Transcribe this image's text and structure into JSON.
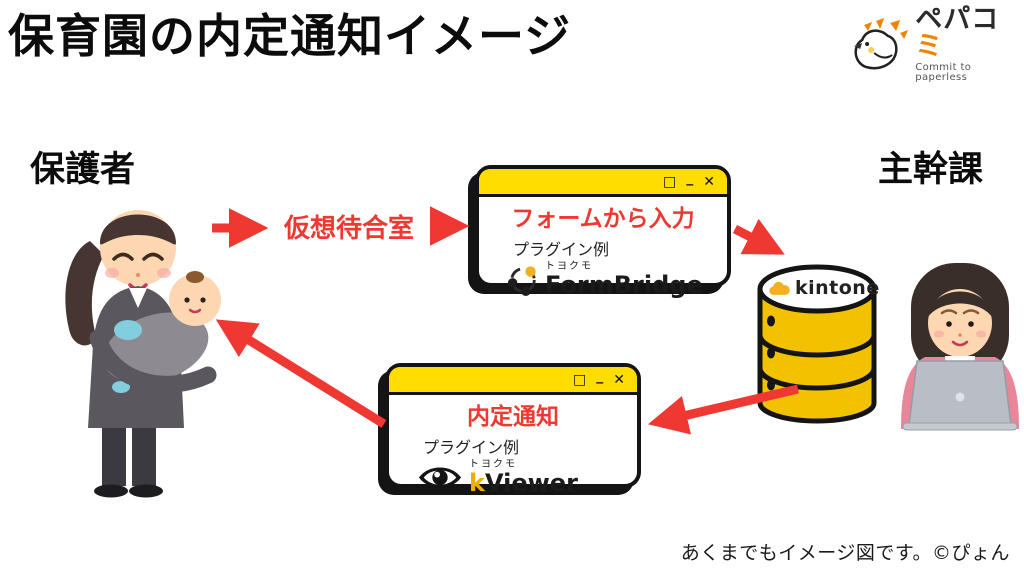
{
  "title": "保育園の内定通知イメージ",
  "logo": {
    "brand_main": "ペパコ",
    "brand_accent": "ミ",
    "tagline": "Commit to paperless"
  },
  "actors": {
    "guardian": "保護者",
    "office": "主幹課"
  },
  "flow": {
    "waiting_room": "仮想待合室",
    "form_window": {
      "title": "フォームから入力",
      "subtitle": "プラグイン例",
      "vendor": "トヨクモ",
      "product": "FormBridge",
      "controls": {
        "maximize": "□",
        "minimize": "_",
        "close": "✕"
      }
    },
    "viewer_window": {
      "title": "内定通知",
      "subtitle": "プラグイン例",
      "vendor": "トヨクモ",
      "product_accent": "k",
      "product_rest": "Viewer",
      "controls": {
        "maximize": "□",
        "minimize": "_",
        "close": "✕"
      }
    },
    "database": {
      "label": "kintone"
    }
  },
  "footer": {
    "note": "あくまでもイメージ図です。©ぴょん"
  },
  "colors": {
    "red": "#ee3831",
    "titlebar-yellow": "#ffdd00",
    "cylinder-gold": "#f2c200",
    "accent-orange": "#f08300",
    "k-yellow": "#f0ad00",
    "kintone-mark": "#f5b01e"
  }
}
